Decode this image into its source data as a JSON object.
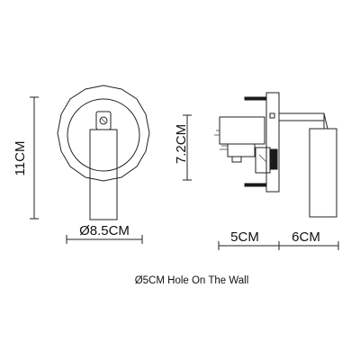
{
  "dimensions": {
    "height_total": "11CM",
    "height_body": "7.2CM",
    "diameter": "Ø8.5CM",
    "depth_base": "5CM",
    "depth_arm": "6CM"
  },
  "note": "Ø5CM Hole On The Wall"
}
